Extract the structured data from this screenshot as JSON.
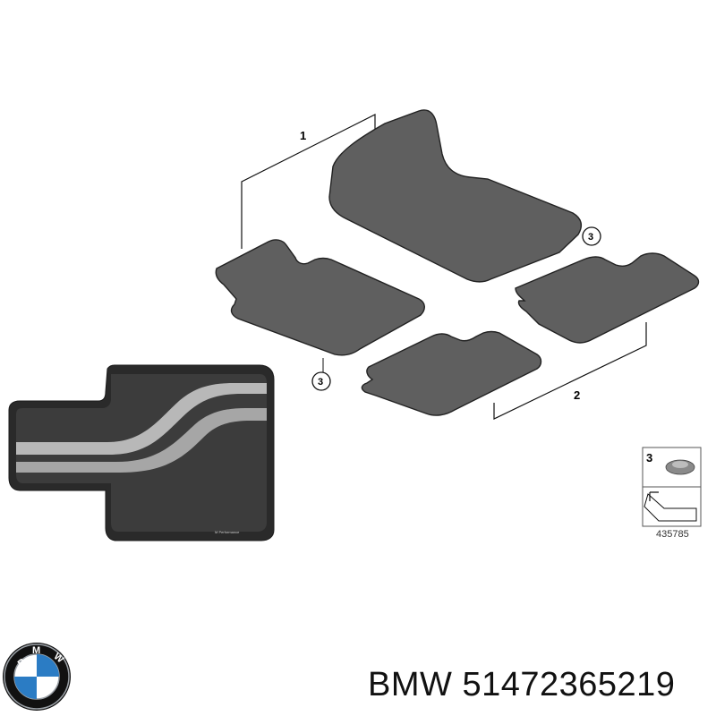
{
  "diagram": {
    "callouts": {
      "part1": "1",
      "part2": "2",
      "part3_front_left": "3",
      "part3_front_right": "3",
      "legend_part": "3"
    },
    "legend_code": "435785",
    "mat_logo_text": "M Performance"
  },
  "brand_logo": {
    "letters": "BMW",
    "colors": {
      "blue": "#2b7cc4",
      "ring": "#111111",
      "chrome": "#9aa0a6"
    }
  },
  "footer": {
    "brand": "BMW",
    "part_number": "51472365219"
  },
  "colors": {
    "mat_fill": "#5f5f5f",
    "mat_outline": "#222222",
    "photo_mat_dark": "#3a3a3a",
    "photo_mat_stripe": "#b0b0b0"
  }
}
